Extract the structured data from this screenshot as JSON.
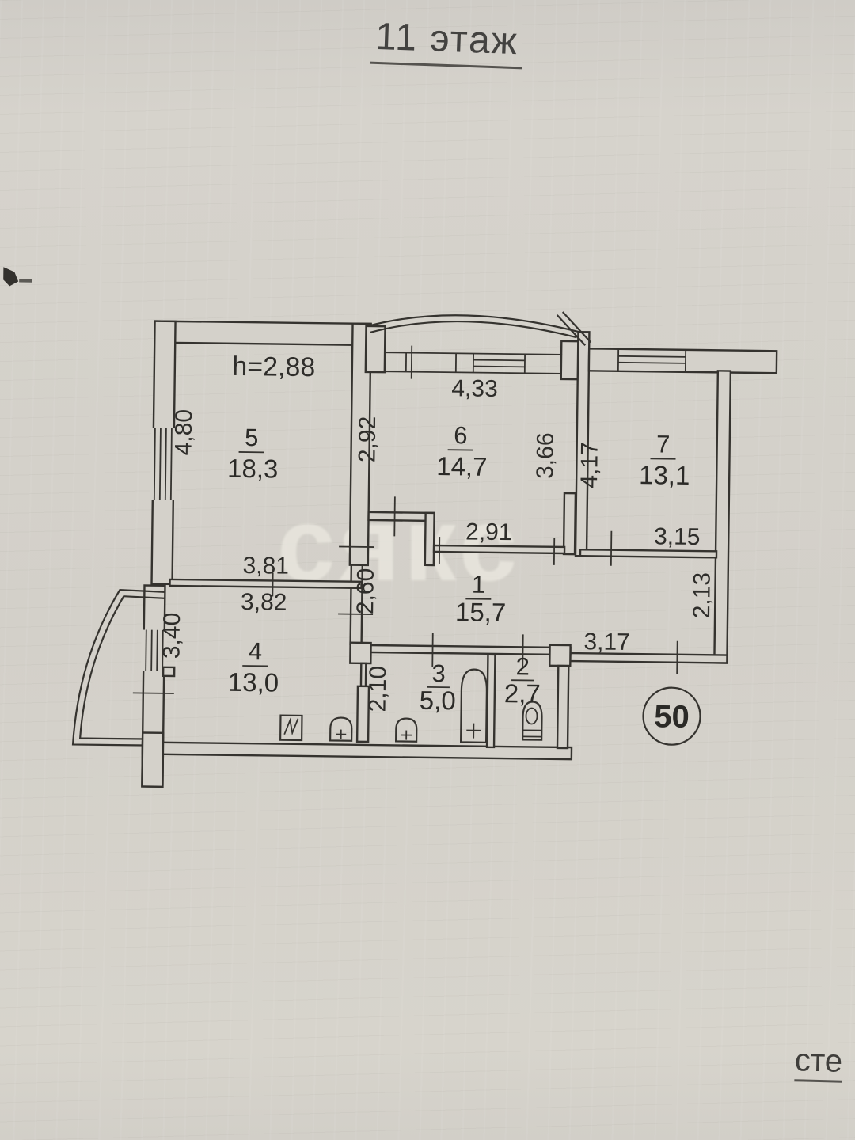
{
  "document": {
    "title": "11 этаж",
    "watermark": "сякс",
    "bottom_text": "сте",
    "apartment_number": "50",
    "ceiling_height": "h=2,88"
  },
  "rooms": {
    "r1": {
      "number": "1",
      "area": "15,7"
    },
    "r2": {
      "number": "2",
      "area": "2,7"
    },
    "r3": {
      "number": "3",
      "area": "5,0"
    },
    "r4": {
      "number": "4",
      "area": "13,0"
    },
    "r5": {
      "number": "5",
      "area": "18,3"
    },
    "r6": {
      "number": "6",
      "area": "14,7"
    },
    "r7": {
      "number": "7",
      "area": "13,1"
    }
  },
  "dimensions": {
    "room5_left": "4,80",
    "room6_top": "4,33",
    "room6_left": "2,92",
    "room6_right": "3,66",
    "room7_left": "4,17",
    "room7_bottom": "3,15",
    "corridor_top": "2,91",
    "corridor_left": "2,60",
    "corridor_right": "2,13",
    "corridor_bottom": "3,17",
    "rooms54_top": "3,81",
    "rooms54_bottom": "3,82",
    "room4_left": "3,40",
    "room3_left": "2,10"
  }
}
